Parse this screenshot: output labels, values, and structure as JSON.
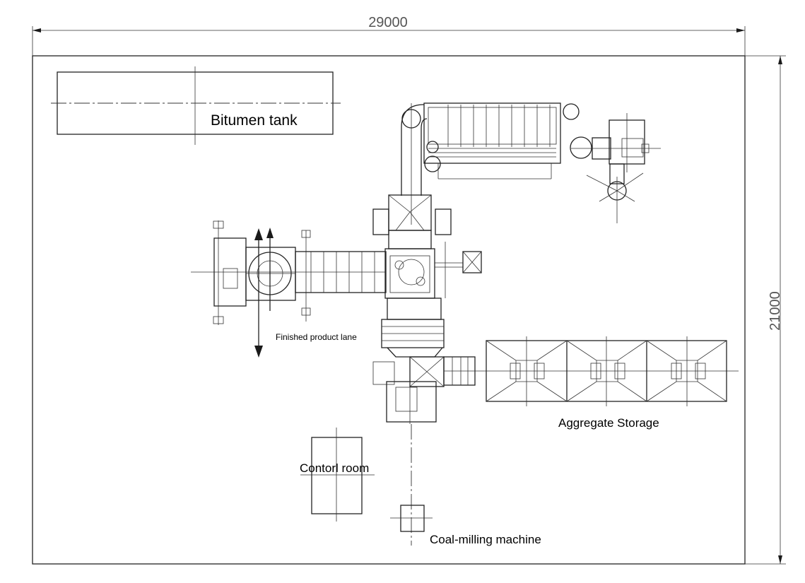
{
  "dimensions": {
    "width": "29000",
    "height": "21000"
  },
  "labels": {
    "bitumen_tank": "Bitumen tank",
    "finished_product_lane": "Finished product lane",
    "aggregate_storage": "Aggregate Storage",
    "control_room": "Contorl room",
    "coal_milling_machine": "Coal-milling machine"
  }
}
